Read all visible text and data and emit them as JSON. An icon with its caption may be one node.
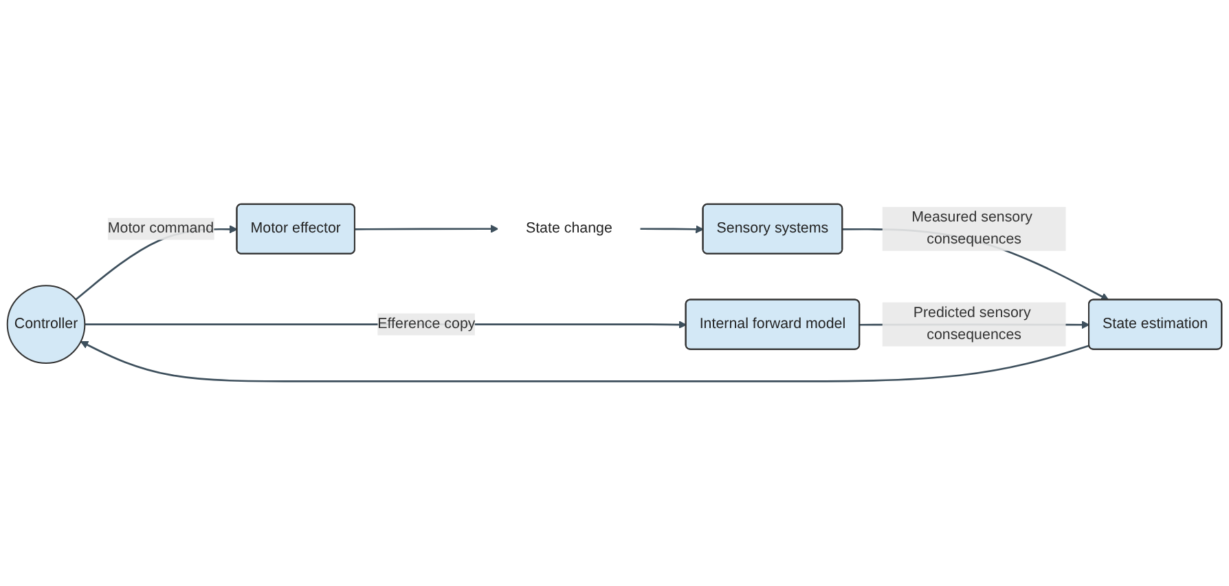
{
  "diagram": {
    "nodes": [
      {
        "text": [
          "Controller"
        ]
      },
      {
        "text": [
          "Motor effector"
        ]
      },
      {
        "text": [
          "State change"
        ]
      },
      {
        "text": [
          "Internal forward model"
        ]
      },
      {
        "text": [
          "Sensory systems"
        ]
      },
      {
        "text": [
          "State estimation"
        ]
      }
    ],
    "edges": [
      {
        "from": 0,
        "to": 1,
        "arrow": "to",
        "label": "Motor command"
      },
      {
        "from": 0,
        "to": 3,
        "arrow": "to",
        "label": "Efference copy"
      },
      {
        "from": 1,
        "to": 2,
        "arrow": "to"
      },
      {
        "from": 2,
        "to": 4,
        "arrow": "to"
      },
      {
        "from": 4,
        "to": 5,
        "arrow": "to",
        "label": "Measured sensory consequences"
      },
      {
        "from": 3,
        "to": 5,
        "arrow": "to",
        "label": "Predicted sensory consequences"
      },
      {
        "from": 5,
        "to": 0,
        "arrow": "to"
      }
    ]
  }
}
